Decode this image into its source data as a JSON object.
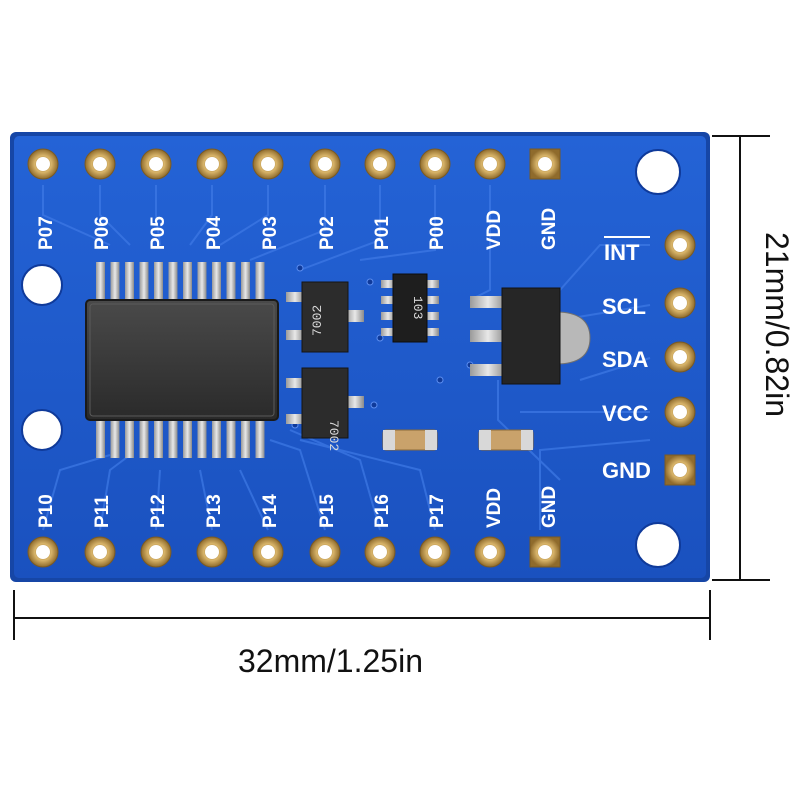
{
  "board": {
    "top_pins": [
      "P07",
      "P06",
      "P05",
      "P04",
      "P03",
      "P02",
      "P01",
      "P00",
      "VDD",
      "GND"
    ],
    "bottom_pins": [
      "P10",
      "P11",
      "P12",
      "P13",
      "P14",
      "P15",
      "P16",
      "P17",
      "VDD",
      "GND"
    ],
    "side_pins": [
      "INT",
      "SCL",
      "SDA",
      "VCC",
      "GND"
    ],
    "transistor_marking_1": "7002",
    "transistor_marking_2": "7002",
    "resistor_network_marking": "103"
  },
  "dimensions": {
    "width_label": "32mm/1.25in",
    "height_label": "21mm/0.82in"
  },
  "colors": {
    "pcb_blue": "#1f58c8",
    "pcb_edge": "#1646a6",
    "silkscreen": "#ffffff",
    "gold_pad": "#c9a45a"
  }
}
